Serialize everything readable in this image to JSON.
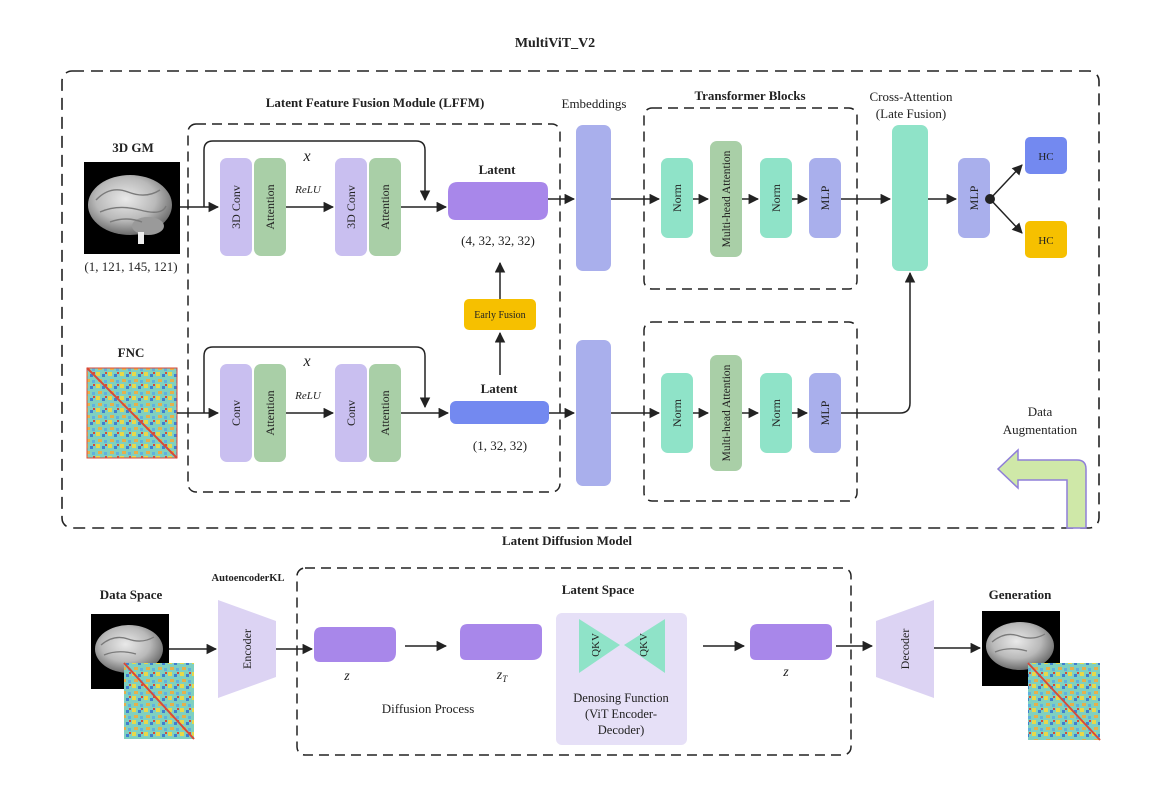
{
  "title": "MultiViT_V2",
  "lffm_title": "Latent Feature Fusion Module (LFFM)",
  "inputs": {
    "gm_label": "3D GM",
    "gm_shape": "(1, 121, 145, 121)",
    "fnc_label": "FNC"
  },
  "branch_top": {
    "x_label": "x",
    "conv1": "3D Conv",
    "att1": "Attention",
    "relu": "ReLU",
    "conv2": "3D Conv",
    "att2": "Attention",
    "latent": "Latent",
    "latent_shape": "(4, 32, 32, 32)"
  },
  "branch_bottom": {
    "x_label": "x",
    "conv1": "Conv",
    "att1": "Attention",
    "relu": "ReLU",
    "conv2": "Conv",
    "att2": "Attention",
    "latent": "Latent",
    "latent_shape": "(1, 32, 32)"
  },
  "early_fusion": "Early Fusion",
  "embeddings": "Embeddings",
  "transformer": {
    "title": "Transformer Blocks",
    "norm1": "Norm",
    "mha": "Multi-head Attention",
    "norm2": "Norm",
    "mlp": "MLP"
  },
  "cross_attention": {
    "line1": "Cross-Attention",
    "line2": "(Late Fusion)"
  },
  "head": {
    "mlp": "MLP",
    "out1": "HC",
    "out2": "HC"
  },
  "augmentation": {
    "line1": "Data",
    "line2": "Augmentation"
  },
  "ldm": {
    "title": "Latent Diffusion Model",
    "autoencoder": "AutoencoderKL",
    "data_space": "Data Space",
    "encoder": "Encoder",
    "latent_space": "Latent Space",
    "z": "z",
    "zt": "z",
    "zt_sub": "T",
    "z_out": "z",
    "diffusion_process": "Diffusion Process",
    "qkv1": "QKV",
    "qkv2": "QKV",
    "denoise1": "Denosing Function",
    "denoise2": "(ViT Encoder-",
    "denoise3": "Decoder)",
    "decoder": "Decoder",
    "generation": "Generation"
  },
  "colors": {
    "conv": "#c9bff0",
    "attention": "#a9cfa7",
    "latent": "#a887ea",
    "embedding": "#a9afec",
    "norm": "#8fe3c8",
    "mlp": "#a9afec",
    "early_fusion": "#f6c000",
    "hc_top": "#7389f0",
    "hc_bottom": "#f6c000",
    "cross_attention": "#8fe3c8",
    "augmentation": "#cfe8a8"
  }
}
